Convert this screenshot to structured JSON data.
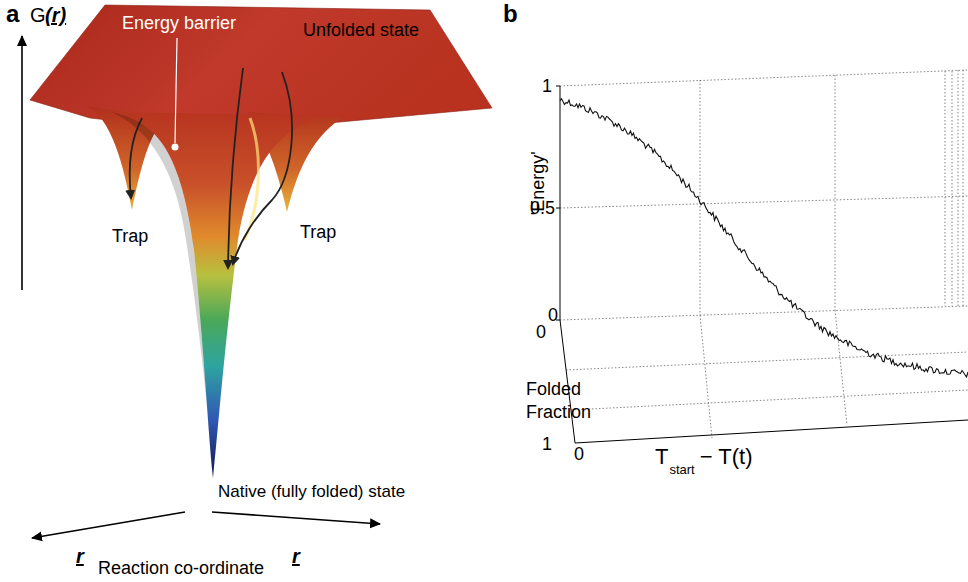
{
  "diagram": {
    "labels": [
      "a",
      "G",
      "(r)",
      "Energy barrier",
      "Unfolded state",
      "Trap",
      "Trap",
      "Native (fully folded) state",
      "r",
      "r",
      "Reaction co-ordinate",
      "b",
      "1",
      "'Energy'",
      "0.5",
      "0",
      "0",
      "Folded Fraction",
      "1",
      "0",
      "T",
      "start",
      "− T(t)"
    ]
  }
}
